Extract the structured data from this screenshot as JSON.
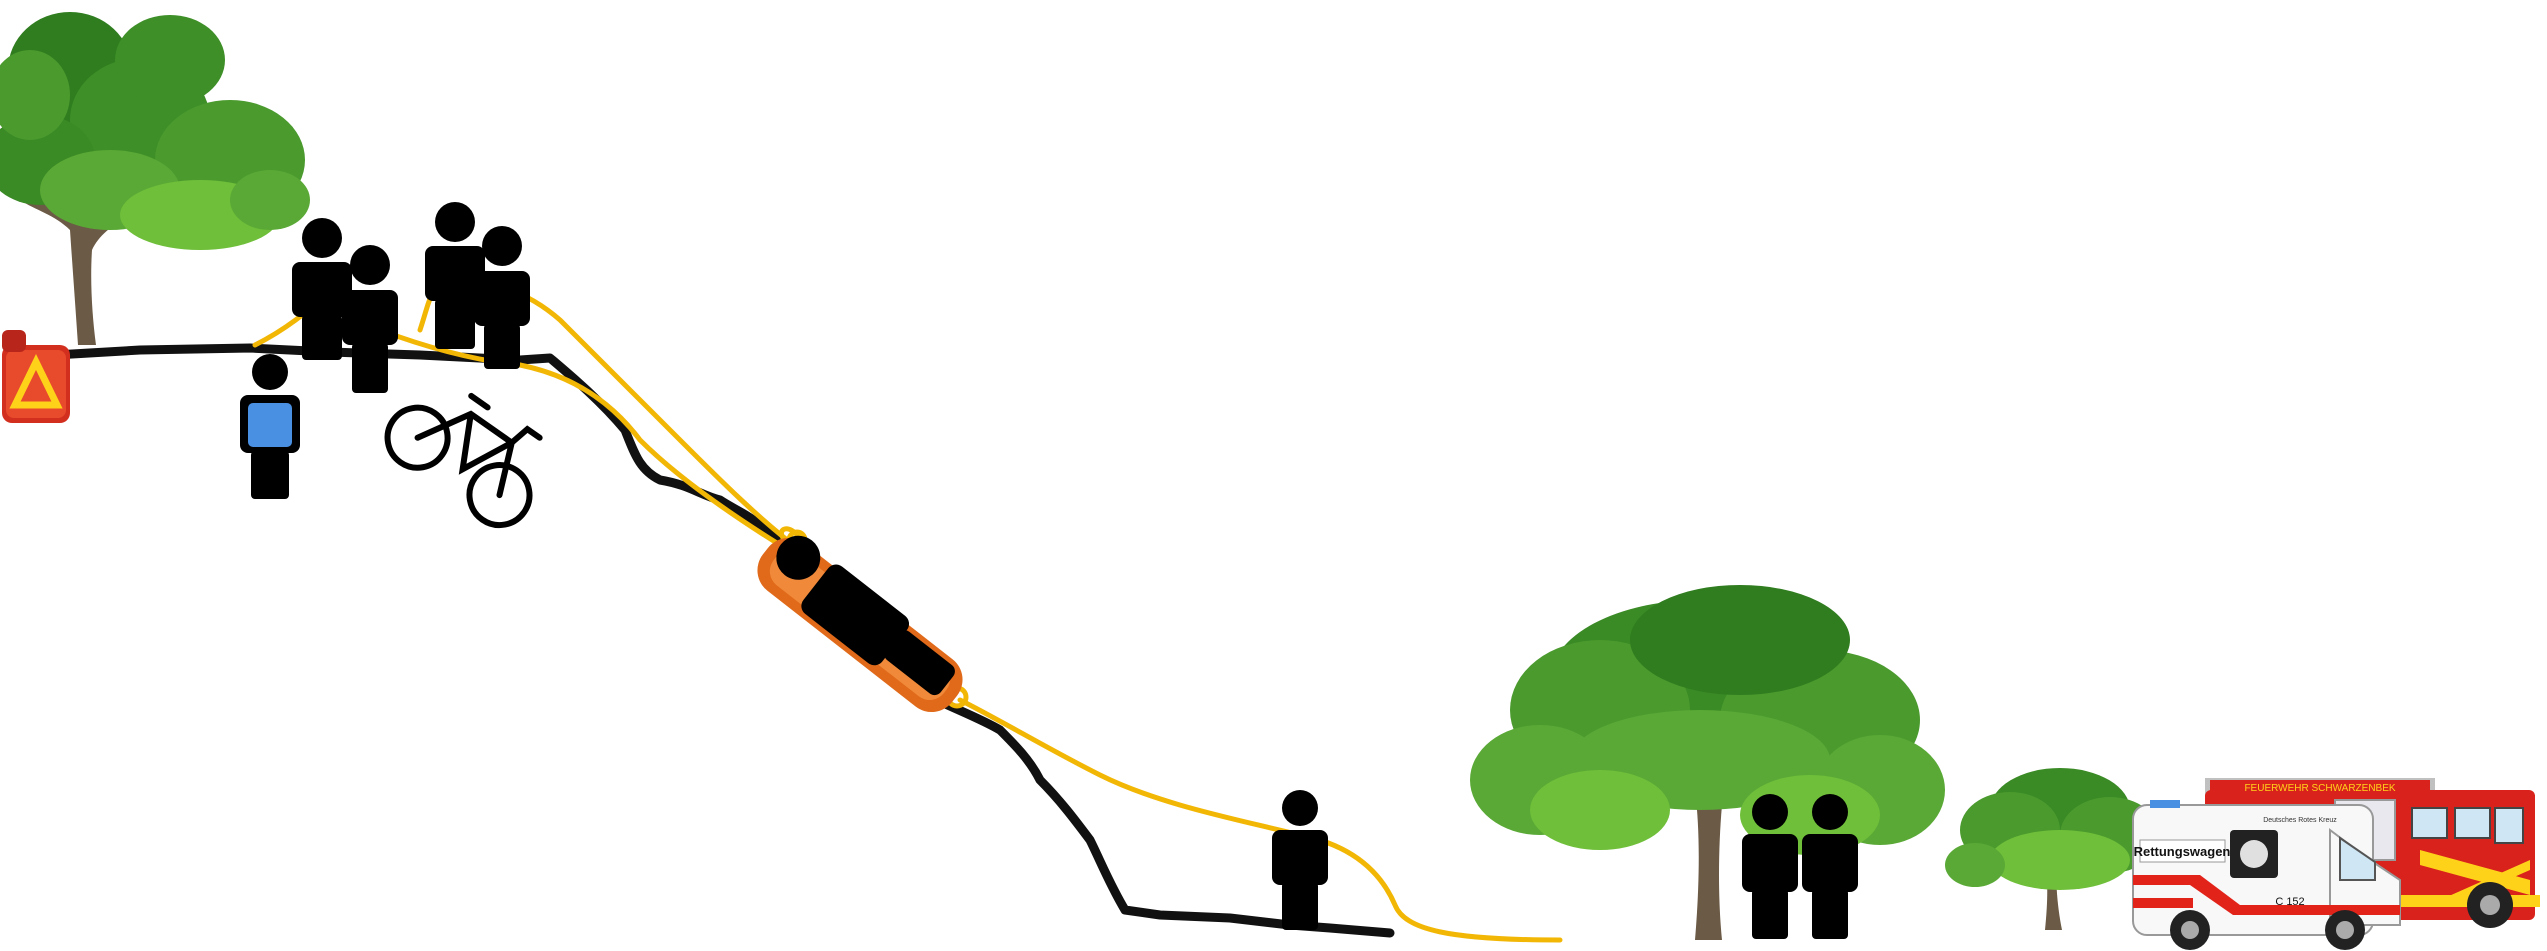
{
  "scene": {
    "description_free": true,
    "colors": {
      "background": "#ffffff",
      "terrain": "#111111",
      "rope": "#f2b705",
      "person": "#000000",
      "foliage_dark": "#2f7d1f",
      "foliage_light": "#6fbf3a",
      "trunk": "#6b5a45",
      "stretcher": "#e06a1a",
      "badge": "#4a90e2",
      "ambulance_red": "#e2231a",
      "ambulance_white": "#f8f8f8",
      "firetruck_red": "#d8221b",
      "firetruck_yellow": "#ffd21a"
    },
    "icons": [
      "tree-icon",
      "first-aid-bag-icon",
      "person-icon",
      "bicycle-icon",
      "stretcher-icon",
      "ambulance-icon",
      "fire-truck-icon"
    ],
    "vehicles": {
      "ambulance_label": "Rettungswagen",
      "ambulance_small_text": "Deutsches Rotes Kreuz",
      "ambulance_number": "C 152",
      "firetruck_label": "FEUERWEHR SCHWARZENBEK"
    }
  }
}
